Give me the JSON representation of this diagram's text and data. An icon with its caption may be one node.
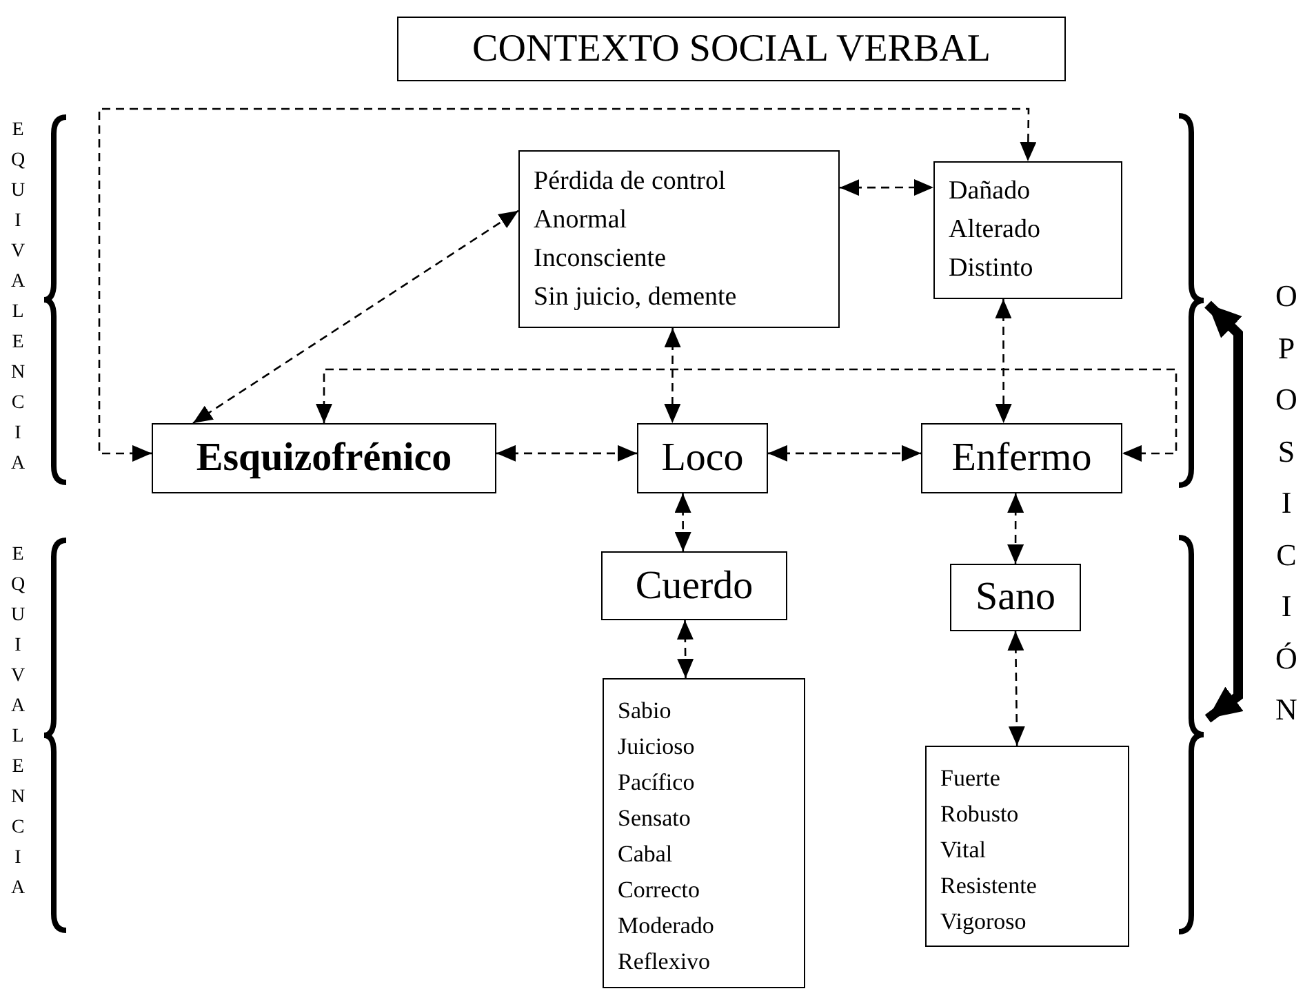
{
  "diagram": {
    "nodes": [
      {
        "text": [
          "CONTEXTO SOCIAL VERBAL"
        ]
      },
      {
        "text": [
          "Pérdida de control",
          "Anormal",
          "Inconsciente",
          "Sin juicio, demente"
        ]
      },
      {
        "text": [
          "Dañado",
          "Alterado",
          "Distinto"
        ]
      },
      {
        "text": [
          "Esquizofrénico"
        ]
      },
      {
        "text": [
          "Loco"
        ]
      },
      {
        "text": [
          "Enfermo"
        ]
      },
      {
        "text": [
          "Cuerdo"
        ]
      },
      {
        "text": [
          "Sano"
        ]
      },
      {
        "text": [
          "Sabio",
          "Juicioso",
          "Pacífico",
          "Sensato",
          "Cabal",
          "Correcto",
          "Moderado",
          "Reflexivo"
        ]
      },
      {
        "text": [
          "Fuerte",
          "Robusto",
          "Vital",
          "Resistente",
          "Vigoroso"
        ]
      },
      {
        "text": [],
        "shape": "brace"
      },
      {
        "text": [],
        "shape": "brace"
      }
    ],
    "edges": [
      {
        "from": 3,
        "to": 2,
        "arrow": "both",
        "style": "dashed"
      },
      {
        "from": 3,
        "to": 1,
        "arrow": "both",
        "style": "dashed"
      },
      {
        "from": 3,
        "to": 5,
        "arrow": "both",
        "style": "dashed"
      },
      {
        "from": 3,
        "to": 4,
        "arrow": "both",
        "style": "dashed"
      },
      {
        "from": 1,
        "to": 2,
        "arrow": "both",
        "style": "dashed"
      },
      {
        "from": 1,
        "to": 4,
        "arrow": "both",
        "style": "dashed"
      },
      {
        "from": 2,
        "to": 5,
        "arrow": "both",
        "style": "dashed"
      },
      {
        "from": 4,
        "to": 5,
        "arrow": "both",
        "style": "dashed"
      },
      {
        "from": 4,
        "to": 6,
        "arrow": "both",
        "style": "dashed"
      },
      {
        "from": 5,
        "to": 7,
        "arrow": "both",
        "style": "dashed"
      },
      {
        "from": 6,
        "to": 8,
        "arrow": "both",
        "style": "dashed"
      },
      {
        "from": 7,
        "to": 9,
        "arrow": "both",
        "style": "dashed"
      },
      {
        "from": 10,
        "to": 11,
        "arrow": "both",
        "style": "thick"
      }
    ],
    "labels": [
      "EQUIVALENCIA",
      "OPOSICIÓN",
      "EQUIVALENCIA"
    ]
  }
}
